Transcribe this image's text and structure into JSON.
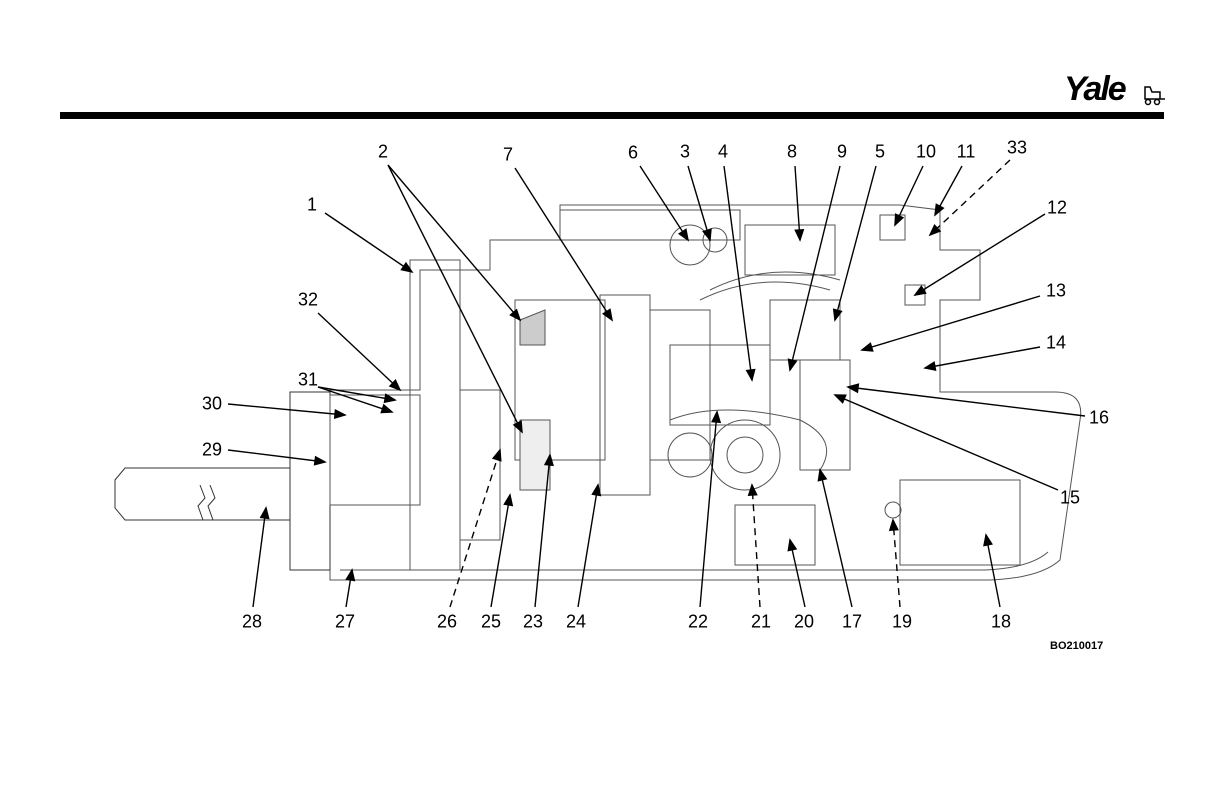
{
  "header": {
    "brand": "Yale",
    "logo_icon": "forklift-icon"
  },
  "figure": {
    "id": "BO210017",
    "callouts": [
      "1",
      "2",
      "3",
      "4",
      "5",
      "6",
      "7",
      "8",
      "9",
      "10",
      "11",
      "12",
      "13",
      "14",
      "15",
      "16",
      "17",
      "18",
      "19",
      "20",
      "21",
      "22",
      "23",
      "24",
      "25",
      "26",
      "27",
      "28",
      "29",
      "30",
      "31",
      "32",
      "33"
    ]
  }
}
